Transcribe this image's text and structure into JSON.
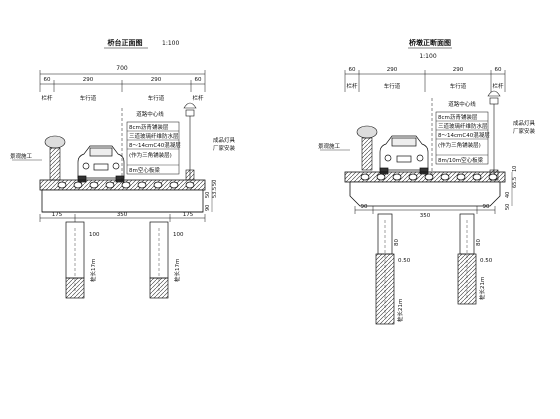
{
  "left_section": {
    "title": "桥台正面图",
    "scale": "1:100",
    "dims": {
      "total": "700",
      "sidewalk_l": "60",
      "lane_l": "290",
      "lane_r": "290",
      "sidewalk_r": "60",
      "pier_l": "175",
      "pier_span": "350",
      "pier_r": "175",
      "pile_l": "100",
      "pile_r": "100",
      "pile_len_l": "桩长17m",
      "pile_len_r": "桩长17m",
      "side_a": "90",
      "side_b": "50",
      "side_c": "53.5",
      "side_d": "50"
    },
    "labels": {
      "railing": "栏杆",
      "lane_l": "车行道",
      "lane_r": "车行道",
      "railing_r": "栏杆",
      "landscape": "景观施工",
      "lamp": "成品灯具",
      "lamp_note": "厂家安装"
    },
    "layers": [
      "道路中心线",
      "8cm沥青铺装层",
      "三道玻璃纤维防水层",
      "8～14cmC40混凝层",
      "(作为三角铺装层)",
      "8m空心板梁"
    ]
  },
  "right_section": {
    "title": "桥墩正断面图",
    "scale": "1:100",
    "dims": {
      "sidewalk_l": "60",
      "lane_l": "290",
      "lane_r": "290",
      "sidewalk_r": "60",
      "pier_l": "90",
      "pier_span": "350",
      "pier_r": "90",
      "pile_l": "80",
      "pile_r": "80",
      "pile_dim_l": "0.50",
      "pile_dim_r": "0.50",
      "pile_len_l": "桩长21m",
      "pile_len_r": "桩长21m",
      "side_a": "50",
      "side_b": "40",
      "side_c": "65.5",
      "side_d": "10"
    },
    "labels": {
      "railing": "栏杆",
      "lane_l": "车行道",
      "lane_r": "车行道",
      "railing_r": "栏杆",
      "landscape": "景观施工",
      "lamp": "成品灯具",
      "lamp_note": "厂家安装"
    },
    "layers": [
      "道路中心线",
      "8cm沥青铺装层",
      "三道玻璃纤维防水层",
      "8～14cmC40混凝层",
      "(作为三角铺装层)",
      "8m/10m空心板梁"
    ]
  },
  "colors": {
    "line": "#111111",
    "fill_deck": "#ffffff",
    "hatch": "#333333"
  }
}
